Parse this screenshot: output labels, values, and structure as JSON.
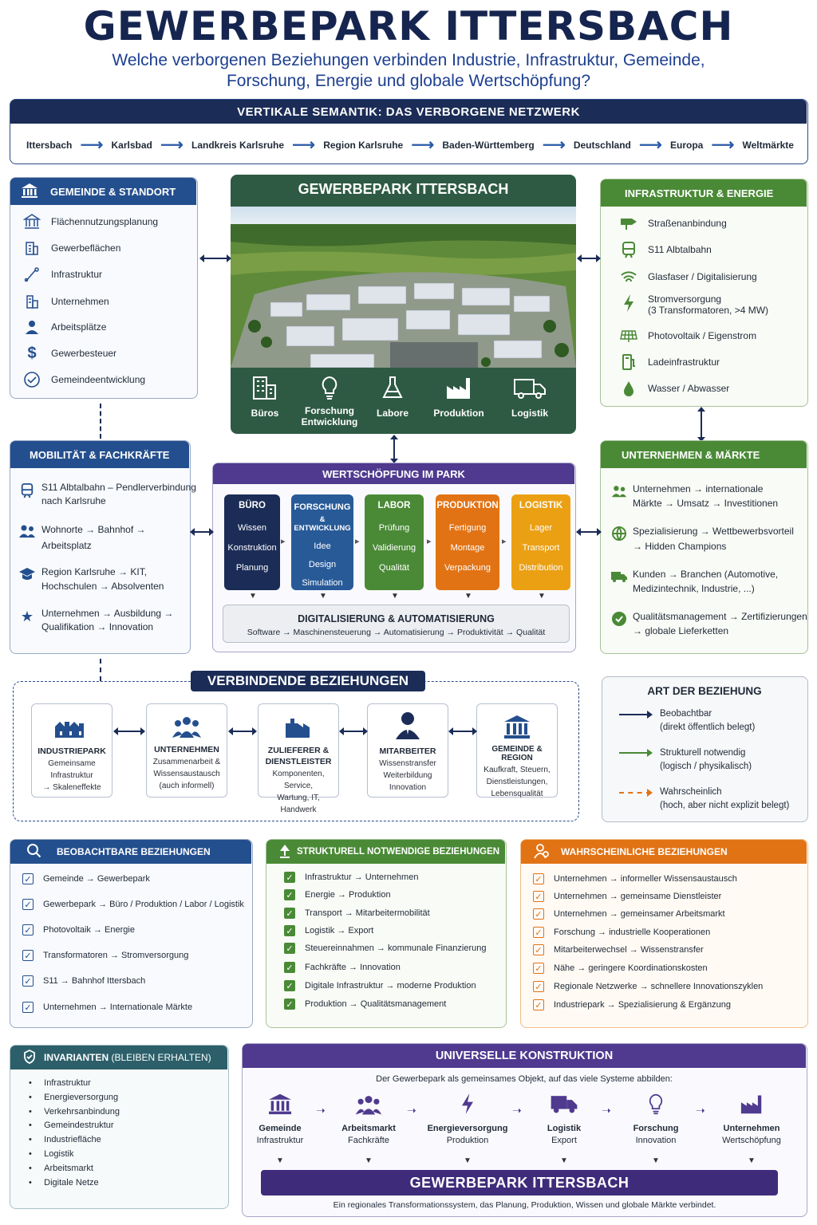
{
  "title": "GEWERBEPARK ITTERSBACH",
  "subtitle_line1": "Welche verborgenen Beziehungen verbinden Industrie, Infrastruktur, Gemeinde,",
  "subtitle_line2": "Forschung, Energie und globale Wertschöpfung?",
  "vertical": {
    "title": "VERTIKALE SEMANTIK: DAS VERBORGENE NETZWERK",
    "items": [
      "Ittersbach",
      "Karlsbad",
      "Landkreis Karlsruhe",
      "Region Karlsruhe",
      "Baden-Württemberg",
      "Deutschland",
      "Europa",
      "Weltmärkte"
    ]
  },
  "gemeinde": {
    "title": "GEMEINDE & STANDORT",
    "items": [
      "Flächennutzungsplanung",
      "Gewerbeflächen",
      "Infrastruktur",
      "Unternehmen",
      "Arbeitsplätze",
      "Gewerbesteuer",
      "Gemeindeentwicklung"
    ]
  },
  "park": {
    "title": "GEWERBEPARK ITTERSBACH",
    "icons": [
      "Büros",
      "Forschung",
      "Labore",
      "Produktion",
      "Logistik"
    ],
    "forschung_sub": "Entwicklung"
  },
  "infra": {
    "title": "INFRASTRUKTUR & ENERGIE",
    "items": [
      "Straßenanbindung",
      "S11 Albtalbahn",
      "Glasfaser / Digitalisierung",
      "Stromversorgung",
      "Photovoltaik / Eigenstrom",
      "Ladeinfrastruktur",
      "Wasser / Abwasser"
    ],
    "strom_sub": "(3 Transformatoren, >4 MW)"
  },
  "mobil": {
    "title": "MOBILITÄT & FACHKRÄFTE",
    "items": [
      [
        "S11 Albtalbahn – Pendlerverbindung",
        "nach Karlsruhe"
      ],
      [
        "Wohnorte → Bahnhof →",
        "Arbeitsplatz"
      ],
      [
        "Region Karlsruhe → KIT,",
        "Hochschulen → Absolventen"
      ],
      [
        "Unternehmen → Ausbildung →",
        "Qualifikation → Innovation"
      ]
    ]
  },
  "wert": {
    "title": "WERTSCHÖPFUNG IM PARK",
    "steps": [
      {
        "t1": "BÜRO",
        "t2": "",
        "lines": [
          "Wissen",
          "Konstruktion",
          "Planung"
        ],
        "color": "#1b2c57"
      },
      {
        "t1": "FORSCHUNG",
        "t2": "& ENTWICKLUNG",
        "lines": [
          "Idee",
          "Design",
          "Simulation"
        ],
        "color": "#285a98"
      },
      {
        "t1": "LABOR",
        "t2": "",
        "lines": [
          "Prüfung",
          "Validierung",
          "Qualität"
        ],
        "color": "#4a8a36"
      },
      {
        "t1": "PRODUKTION",
        "t2": "",
        "lines": [
          "Fertigung",
          "Montage",
          "Verpackung"
        ],
        "color": "#e27314"
      },
      {
        "t1": "LOGISTIK",
        "t2": "",
        "lines": [
          "Lager",
          "Transport",
          "Distribution"
        ],
        "color": "#eba013"
      }
    ],
    "digi_title": "DIGITALISIERUNG & AUTOMATISIERUNG",
    "digi_sub": "Software → Maschinensteuerung → Automatisierung → Produktivität → Qualität"
  },
  "markt": {
    "title": "UNTERNEHMEN & MÄRKTE",
    "items": [
      [
        "Unternehmen → internationale",
        "Märkte → Umsatz → Investitionen"
      ],
      [
        "Spezialisierung → Wettbewerbsvorteil",
        "→ Hidden Champions"
      ],
      [
        "Kunden → Branchen (Automotive,",
        "Medizintechnik, Industrie, ...)"
      ],
      [
        "Qualitätsmanagement → Zertifizierungen",
        "→ globale Lieferketten"
      ]
    ]
  },
  "verb": {
    "title": "VERBINDENDE BEZIEHUNGEN",
    "entities": [
      {
        "t": [
          "INDUSTRIEPARK"
        ],
        "s": [
          "Gemeinsame",
          "Infrastruktur",
          "→ Skaleneffekte"
        ]
      },
      {
        "t": [
          "UNTERNEHMEN"
        ],
        "s": [
          "Zusammenarbeit &",
          "Wissensaustausch",
          "(auch informell)"
        ]
      },
      {
        "t": [
          "ZULIEFERER &",
          "DIENSTLEISTER"
        ],
        "s": [
          "Komponenten, Service,",
          "Wartung, IT, Handwerk"
        ]
      },
      {
        "t": [
          "MITARBEITER"
        ],
        "s": [
          "Wissenstransfer",
          "Weiterbildung",
          "Innovation"
        ]
      },
      {
        "t": [
          "GEMEINDE & REGION"
        ],
        "s": [
          "Kaufkraft, Steuern,",
          "Dienstleistungen,",
          "Lebensqualität"
        ]
      }
    ]
  },
  "legend": {
    "title": "ART DER BEZIEHUNG",
    "items": [
      [
        "Beobachtbar",
        "(direkt öffentlich belegt)"
      ],
      [
        "Strukturell notwendig",
        "(logisch / physikalisch)"
      ],
      [
        "Wahrscheinlich",
        "(hoch, aber nicht explizit belegt)"
      ]
    ],
    "colors": [
      "#1b2c57",
      "#4a8a36",
      "#e27314"
    ]
  },
  "beob": {
    "title": "BEOBACHTBARE BEZIEHUNGEN",
    "items": [
      "Gemeinde → Gewerbepark",
      "Gewerbepark → Büro / Produktion / Labor / Logistik",
      "Photovoltaik → Energie",
      "Transformatoren → Stromversorgung",
      "S11 → Bahnhof Ittersbach",
      "Unternehmen → Internationale Märkte"
    ]
  },
  "strukt": {
    "title": "STRUKTURELL NOTWENDIGE BEZIEHUNGEN",
    "items": [
      "Infrastruktur → Unternehmen",
      "Energie → Produktion",
      "Transport → Mitarbeitermobilität",
      "Logistik → Export",
      "Steuereinnahmen → kommunale Finanzierung",
      "Fachkräfte → Innovation",
      "Digitale Infrastruktur → moderne Produktion",
      "Produktion → Qualitätsmanagement"
    ]
  },
  "wahr": {
    "title": "WAHRSCHEINLICHE BEZIEHUNGEN",
    "items": [
      "Unternehmen → informeller Wissensaustausch",
      "Unternehmen → gemeinsame Dienstleister",
      "Unternehmen → gemeinsamer Arbeitsmarkt",
      "Forschung → industrielle Kooperationen",
      "Mitarbeiterwechsel → Wissenstransfer",
      "Nähe → geringere Koordinationskosten",
      "Regionale Netzwerke → schnellere Innovationszyklen",
      "Industriepark → Spezialisierung & Ergänzung"
    ]
  },
  "inv": {
    "title": "INVARIANTEN",
    "title_suffix": "(BLEIBEN ERHALTEN)",
    "items": [
      "Infrastruktur",
      "Energieversorgung",
      "Verkehrsanbindung",
      "Gemeindestruktur",
      "Industriefläche",
      "Logistik",
      "Arbeitsmarkt",
      "Digitale Netze"
    ]
  },
  "univ": {
    "title": "UNIVERSELLE KONSTRUKTION",
    "intro": "Der Gewerbepark als gemeinsames Objekt, auf das viele Systeme abbilden:",
    "items": [
      [
        "Gemeinde",
        "Infrastruktur"
      ],
      [
        "Arbeitsmarkt",
        "Fachkräfte"
      ],
      [
        "Energieversorgung",
        "Produktion"
      ],
      [
        "Logistik",
        "Export"
      ],
      [
        "Forschung",
        "Innovation"
      ],
      [
        "Unternehmen",
        "Wertschöpfung"
      ]
    ],
    "bar": "GEWERBEPARK ITTERSBACH",
    "footer": "Ein regionales Transformationssystem, das Planung, Produktion, Wissen und globale Märkte verbindet."
  }
}
